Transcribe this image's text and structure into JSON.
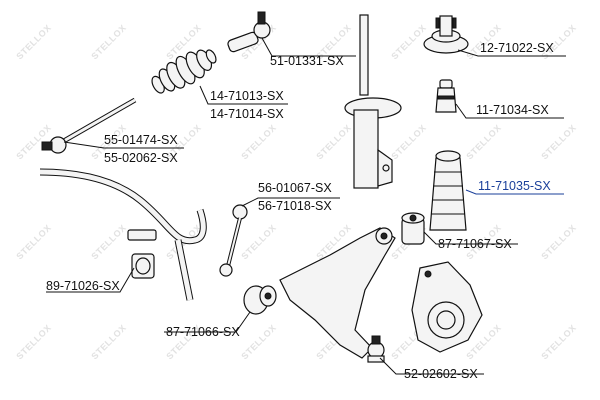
{
  "watermark": "STELLOX",
  "colors": {
    "text": "#111111",
    "highlight": "#1a3f9a"
  },
  "labels": {
    "p51_01331": "51-01331-SX",
    "p12_71022": "12-71022-SX",
    "p14_71013": "14-71013-SX",
    "p14_71014": "14-71014-SX",
    "p11_71034": "11-71034-SX",
    "p55_01474": "55-01474-SX",
    "p55_02062": "55-02062-SX",
    "p56_01067": "56-01067-SX",
    "p56_71018": "56-71018-SX",
    "p11_71035": "11-71035-SX",
    "p87_71067": "87-71067-SX",
    "p89_71026": "89-71026-SX",
    "p87_71066": "87-71066-SX",
    "p52_02602": "52-02602-SX"
  }
}
